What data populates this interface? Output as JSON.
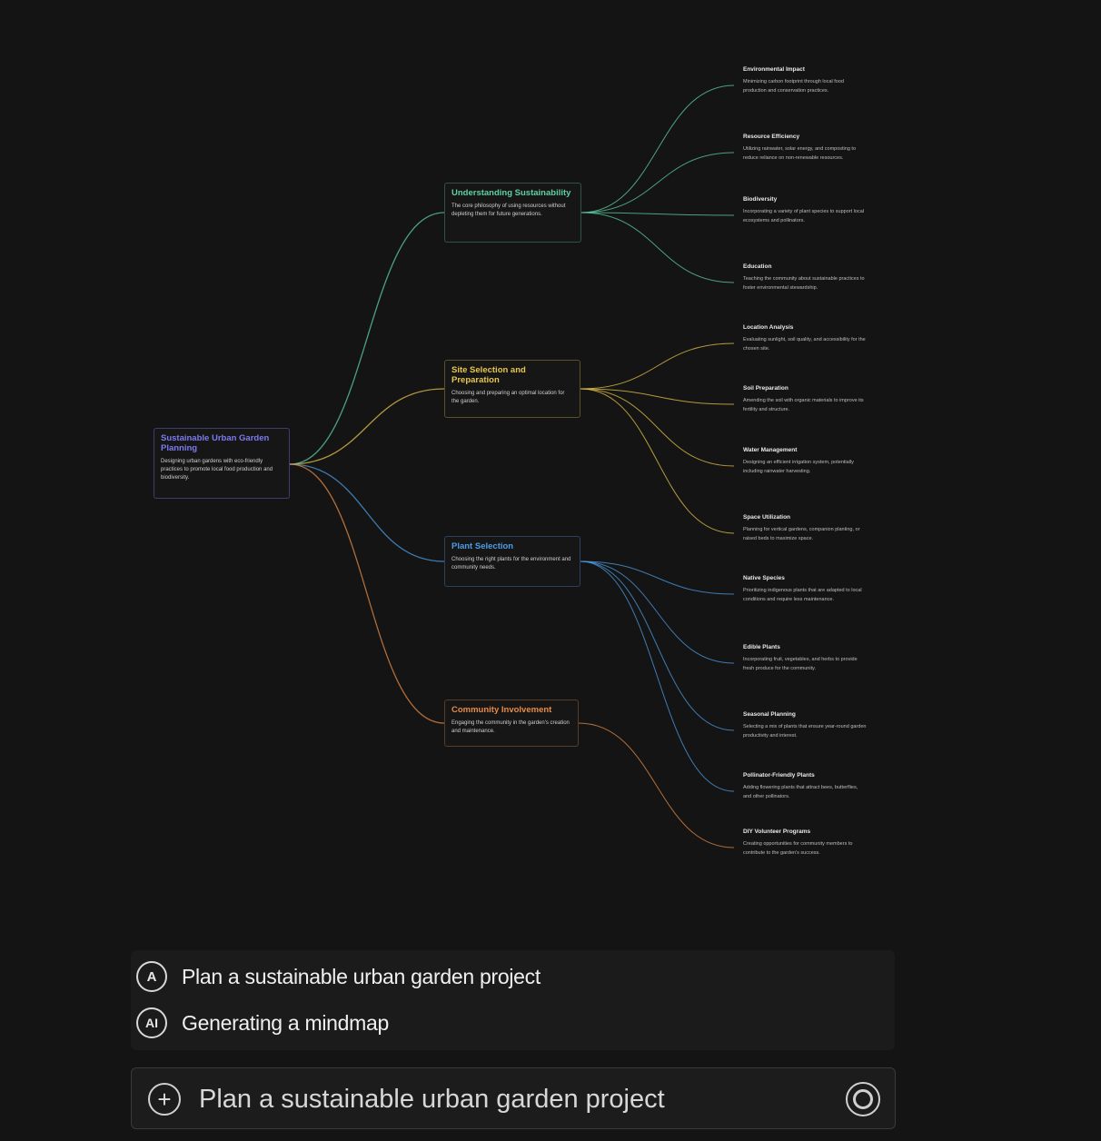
{
  "mindmap": {
    "root": {
      "title": "Sustainable Urban Garden Planning",
      "desc": "Designing urban gardens with eco-friendly practices to promote local food production and biodiversity.",
      "color": "#7b7bf0"
    },
    "branches": [
      {
        "title": "Understanding Sustainability",
        "desc": "The core philosophy of using resources without depleting them for future generations.",
        "color": "#5fd0a4",
        "children": [
          {
            "title": "Environmental Impact",
            "desc": "Minimizing carbon footprint through local food production and conservation practices."
          },
          {
            "title": "Resource Efficiency",
            "desc": "Utilizing rainwater, solar energy, and composting to reduce reliance on non-renewable resources."
          },
          {
            "title": "Biodiversity",
            "desc": "Incorporating a variety of plant species to support local ecosystems and pollinators."
          },
          {
            "title": "Education",
            "desc": "Teaching the community about sustainable practices to foster environmental stewardship."
          }
        ]
      },
      {
        "title": "Site Selection and Preparation",
        "desc": "Choosing and preparing an optimal location for the garden.",
        "color": "#e8c64a",
        "children": [
          {
            "title": "Location Analysis",
            "desc": "Evaluating sunlight, soil quality, and accessibility for the chosen site."
          },
          {
            "title": "Soil Preparation",
            "desc": "Amending the soil with organic materials to improve its fertility and structure."
          },
          {
            "title": "Water Management",
            "desc": "Designing an efficient irrigation system, potentially including rainwater harvesting."
          },
          {
            "title": "Space Utilization",
            "desc": "Planning for vertical gardens, companion planting, or raised beds to maximize space."
          }
        ]
      },
      {
        "title": "Plant Selection",
        "desc": "Choosing the right plants for the environment and community needs.",
        "color": "#4d9de6",
        "children": [
          {
            "title": "Native Species",
            "desc": "Prioritizing indigenous plants that are adapted to local conditions and require less maintenance."
          },
          {
            "title": "Edible Plants",
            "desc": "Incorporating fruit, vegetables, and herbs to provide fresh produce for the community."
          },
          {
            "title": "Seasonal Planning",
            "desc": "Selecting a mix of plants that ensure year-round garden productivity and interest."
          },
          {
            "title": "Pollinator-Friendly Plants",
            "desc": "Adding flowering plants that attract bees, butterflies, and other pollinators."
          }
        ]
      },
      {
        "title": "Community Involvement",
        "desc": "Engaging the community in the garden's creation and maintenance.",
        "color": "#e58c47",
        "children": [
          {
            "title": "DIY Volunteer Programs",
            "desc": "Creating opportunities for community members to contribute to the garden's success."
          }
        ]
      }
    ]
  },
  "chat": {
    "user_avatar": "A",
    "user_message": "Plan a sustainable urban garden project",
    "ai_avatar": "AI",
    "ai_status": "Generating a mindmap"
  },
  "input": {
    "value": "Plan a sustainable urban garden project",
    "add_icon": "plus-circle-icon",
    "send_icon": "loading-ring-icon"
  }
}
